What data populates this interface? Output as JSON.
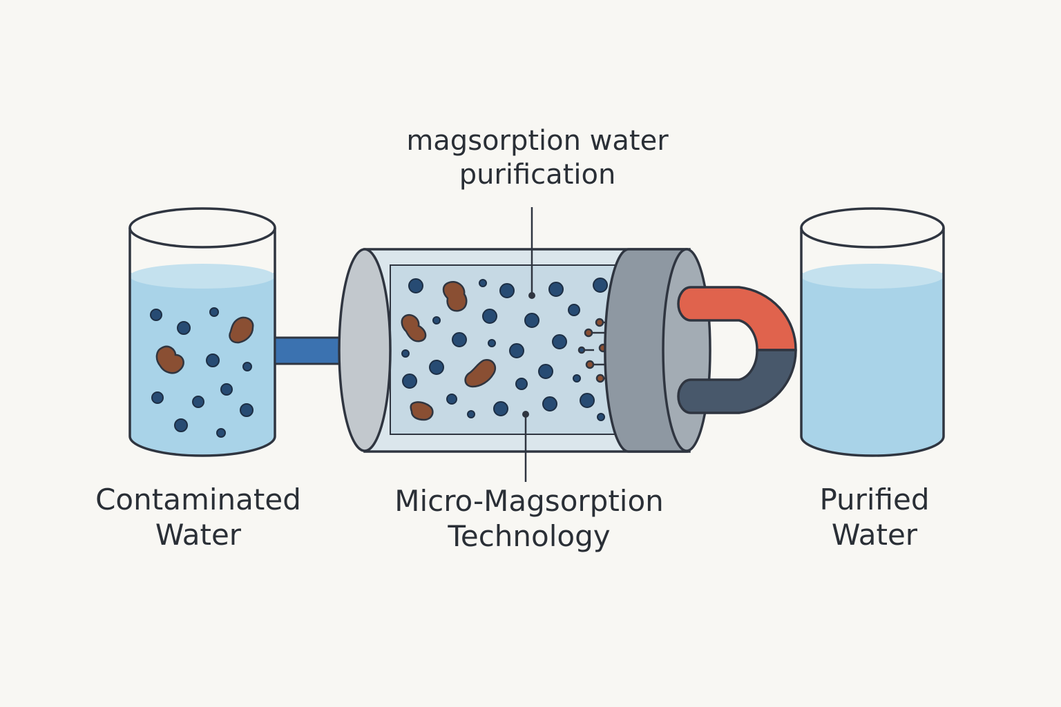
{
  "title": {
    "line1": "magsorption water",
    "line2": "purification"
  },
  "labels": {
    "contaminated": {
      "line1": "Contaminated",
      "line2": "Water"
    },
    "technology": {
      "line1": "Micro-Magsorption",
      "line2": "Technology"
    },
    "purified": {
      "line1": "Purified",
      "line2": "Water"
    }
  },
  "colors": {
    "background": "#f8f7f3",
    "outline": "#2f3540",
    "water": "#a9d3e8",
    "water_surface": "#c4e1ee",
    "particle": "#274b73",
    "contaminant": "#8a4f33",
    "arrow": "#3b72b0",
    "filter_body": "#d3e2ea",
    "cap": "#8e98a2",
    "magnet_north": "#e0634d",
    "magnet_south": "#48586b"
  },
  "icons": [
    "beaker-icon",
    "flow-arrow-icon",
    "filter-cylinder-icon",
    "horseshoe-magnet-icon"
  ]
}
